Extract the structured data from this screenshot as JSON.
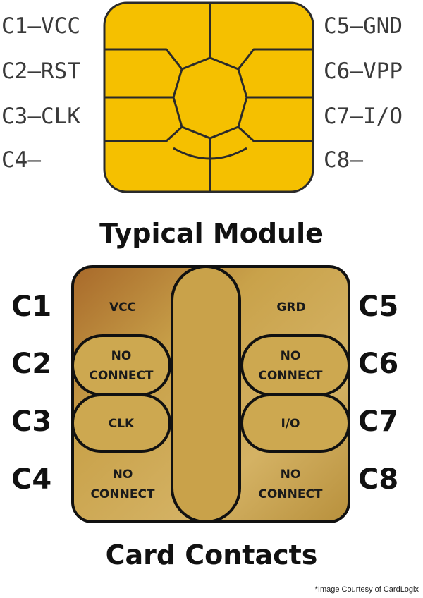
{
  "typical_module": {
    "left_labels": [
      "C1—VCC",
      "C2—RST",
      "C3—CLK",
      "C4—"
    ],
    "right_labels": [
      "C5—GND",
      "C6—VPP",
      "C7—I/O",
      "C8—"
    ],
    "title": "Typical Module",
    "color": "#f5c000"
  },
  "card_contacts": {
    "left_ids": [
      "C1",
      "C2",
      "C3",
      "C4"
    ],
    "right_ids": [
      "C5",
      "C6",
      "C7",
      "C8"
    ],
    "pads": {
      "c1": "VCC",
      "c5": "GRD",
      "c2": [
        "NO",
        "CONNECT"
      ],
      "c6": [
        "NO",
        "CONNECT"
      ],
      "c3": "CLK",
      "c7": "I/O",
      "c4": [
        "NO",
        "CONNECT"
      ],
      "c8": [
        "NO",
        "CONNECT"
      ]
    },
    "title": "Card Contacts",
    "color": "#c9a24a"
  },
  "credit": "*Image Courtesy of CardLogix"
}
